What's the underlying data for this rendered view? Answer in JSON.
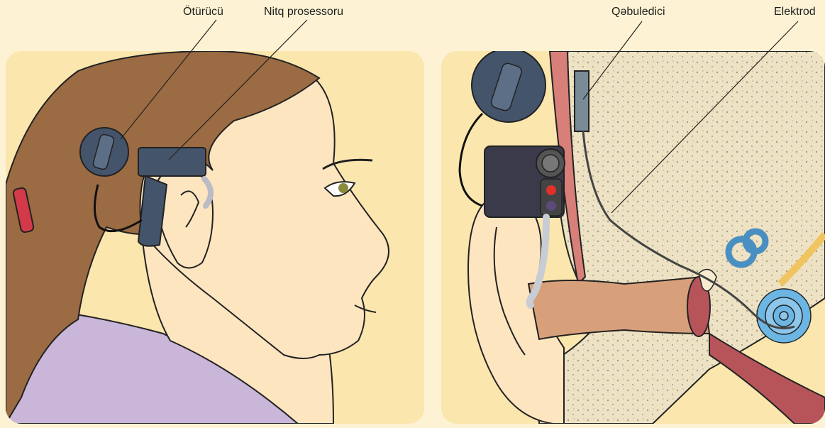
{
  "labels": {
    "transmitter": "Ötürücü",
    "processor": "Nitq prosessoru",
    "receiver": "Qəbuledici",
    "electrode": "Elektrod"
  },
  "colors": {
    "background": "#fdf3d4",
    "panel": "#fbe6ad",
    "skin": "#fde5c0",
    "hair": "#9b6b43",
    "device": "#44546b",
    "shirt": "#c9b6d8",
    "bone": "#ede2c3",
    "cochlea": "#6cb6e4",
    "canal": "#d8a07a",
    "receiver": "#7a8b98"
  },
  "icons": {
    "left_panel": "person-with-cochlear-implant-illustration",
    "right_panel": "ear-cross-section-illustration"
  }
}
